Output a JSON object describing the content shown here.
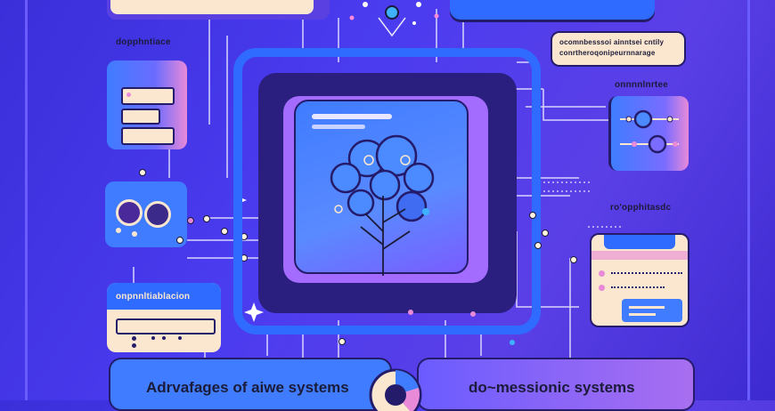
{
  "labels": {
    "top_left": "dopphntiace",
    "top_right_note_1": "ocomnbesssoi ainntsei cntily",
    "top_right_note_2": "conrtheroqonipeurnnarage",
    "right_upper": "onnnnlnrtee",
    "right_middle": "ro'opphitasdc",
    "left_bottom_card": "onpnnltiablacion",
    "bottom_left": "Adrvafages of aiwe systems",
    "bottom_right": "do~messionic systems"
  },
  "colors": {
    "bg": "#4235e0",
    "cream": "#fbe7cf",
    "blue": "#3f7cff",
    "pink": "#e88ad8",
    "navy": "#241b6b",
    "line": "#e9e6ff"
  }
}
